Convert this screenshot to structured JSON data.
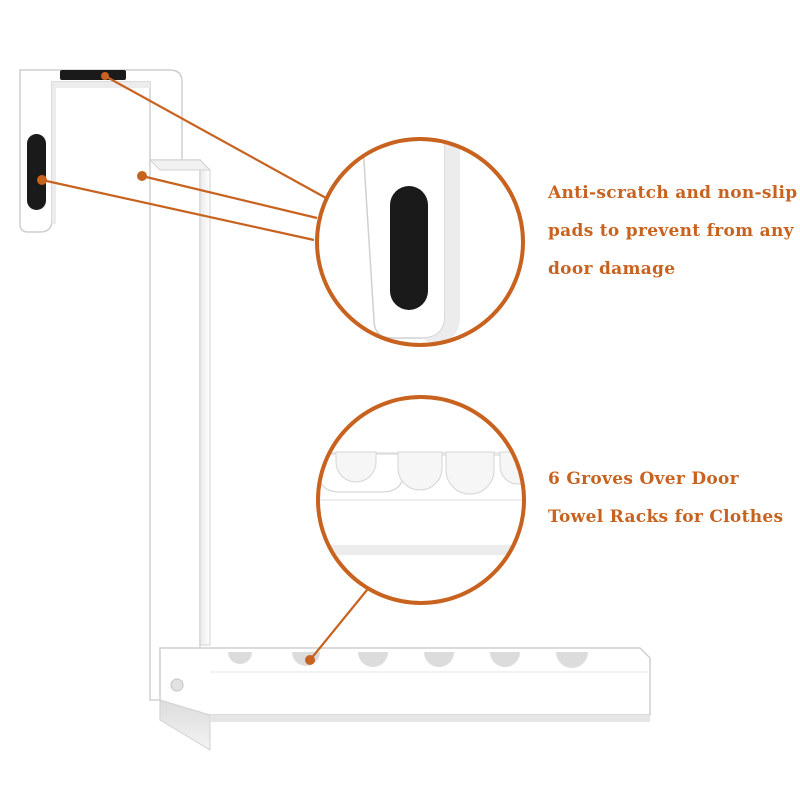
{
  "captions": {
    "pads": {
      "line1": "Anti-scratch and non-slip",
      "line2": "pads to prevent from any",
      "line3": "door damage"
    },
    "grooves": {
      "line1": "6 Groves Over Door",
      "line2": "Towel Racks for Clothes"
    }
  },
  "colors": {
    "accent": "#c8621f",
    "product": "#ffffff",
    "pad": "#1a1a1a",
    "outline": "#d4d4d4"
  }
}
